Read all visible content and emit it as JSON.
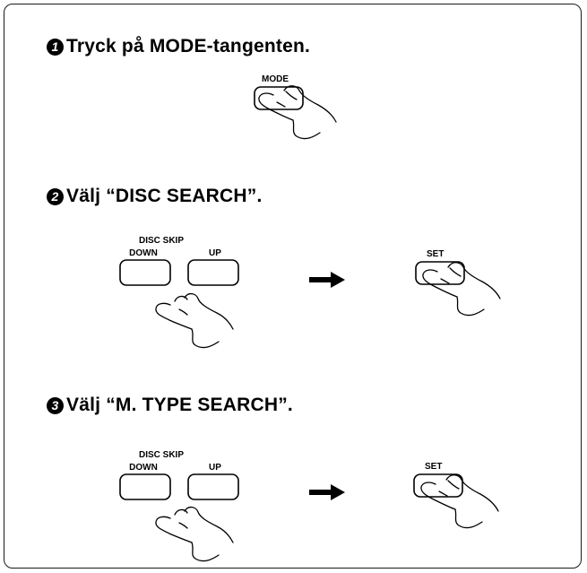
{
  "steps": [
    {
      "number": "1",
      "text": "Tryck på MODE-tangenten.",
      "buttons": [
        "MODE"
      ]
    },
    {
      "number": "2",
      "text": "Välj “DISC SEARCH”.",
      "button_group_label": "DISC SKIP",
      "buttons": [
        "DOWN",
        "UP",
        "SET"
      ]
    },
    {
      "number": "3",
      "text": "Välj “M. TYPE SEARCH”.",
      "button_group_label": "DISC SKIP",
      "buttons": [
        "DOWN",
        "UP",
        "SET"
      ]
    }
  ],
  "icons": [
    "pressing-hand-icon",
    "right-arrow-icon"
  ]
}
